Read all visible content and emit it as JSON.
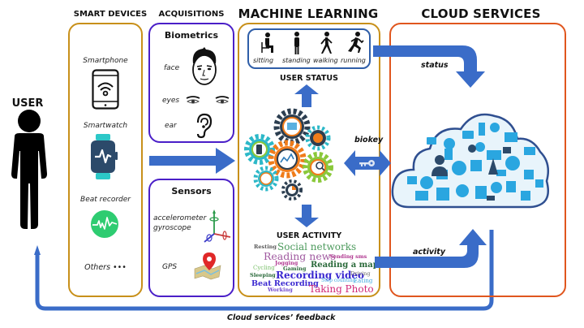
{
  "headers": {
    "smart_devices": "SMART DEVICES",
    "acquisitions": "ACQUISITIONS",
    "machine_learning": "MACHINE LEARNING",
    "cloud_services": "CLOUD SERVICES"
  },
  "user": {
    "label": "USER",
    "icon": "person-icon"
  },
  "smart_devices": [
    {
      "label": "Smartphone",
      "icon": "smartphone-wifi-icon"
    },
    {
      "label": "Smartwatch",
      "icon": "smartwatch-heartbeat-icon"
    },
    {
      "label": "Beat recorder",
      "icon": "heartbeat-circle-icon"
    },
    {
      "label": "Others •••",
      "icon": ""
    }
  ],
  "acquisitions": {
    "biometrics": {
      "title": "Biometrics",
      "items": [
        {
          "label": "face",
          "icon": "face-icon"
        },
        {
          "label": "eyes",
          "icon": "eyes-icon"
        },
        {
          "label": "ear",
          "icon": "ear-icon"
        }
      ]
    },
    "sensors": {
      "title": "Sensors",
      "items": [
        {
          "label": "accelerometer",
          "icon": "axes-icon"
        },
        {
          "label": "gyroscope",
          "icon": "axes-icon"
        },
        {
          "label": "GPS",
          "icon": "map-pin-icon"
        }
      ]
    }
  },
  "machine_learning": {
    "user_status": {
      "title": "USER STATUS",
      "states": [
        "sitting",
        "standing",
        "walking",
        "running"
      ]
    },
    "user_activity": {
      "title": "USER ACTIVITY",
      "words": [
        {
          "text": "Resting",
          "color": "#5a5a5a"
        },
        {
          "text": "Social networks",
          "color": "#4c9a5c"
        },
        {
          "text": "Reading news",
          "color": "#a05aa0"
        },
        {
          "text": "Sending sms",
          "color": "#b03890"
        },
        {
          "text": "Jogging",
          "color": "#b03890"
        },
        {
          "text": "Cycling",
          "color": "#7ac06a"
        },
        {
          "text": "Gaming",
          "color": "#2a6a3a"
        },
        {
          "text": "Reading a map",
          "color": "#2a6a3a"
        },
        {
          "text": "Sleeping",
          "color": "#2a6a3a"
        },
        {
          "text": "Recording video",
          "color": "#3a28d0"
        },
        {
          "text": "Driving",
          "color": "#707070"
        },
        {
          "text": "Beat Recording",
          "color": "#3a28d0"
        },
        {
          "text": "Step counting",
          "color": "#40a8e0"
        },
        {
          "text": "Eating",
          "color": "#40a8e0"
        },
        {
          "text": "Working",
          "color": "#7048d0"
        },
        {
          "text": "Taking Photo",
          "color": "#d02878"
        }
      ]
    }
  },
  "arrows": {
    "status": "status",
    "biokey": "biokey",
    "activity": "activity",
    "feedback": "Cloud services’ feedback"
  },
  "colors": {
    "arrow_blue": "#3a6cc8",
    "gold": "#c8901a",
    "purple": "#4a1fc8",
    "orange": "#e0561e",
    "cloud_blue": "#2aa6e0"
  }
}
